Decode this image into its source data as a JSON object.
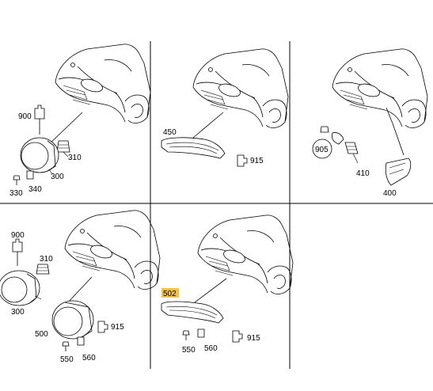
{
  "panels": [
    {
      "id": "p1",
      "labels": [
        "900",
        "310",
        "300",
        "330",
        "340"
      ]
    },
    {
      "id": "p2",
      "labels": [
        "450",
        "915"
      ]
    },
    {
      "id": "p3",
      "labels": [
        "905",
        "410",
        "400"
      ]
    },
    {
      "id": "p4",
      "labels": [
        "900",
        "310",
        "300",
        "500",
        "915",
        "550",
        "560"
      ]
    },
    {
      "id": "p5",
      "labels": [
        "502",
        "915",
        "550",
        "560"
      ],
      "highlighted": "502"
    },
    {
      "id": "p6",
      "labels": []
    }
  ],
  "highlight_color": "#f5c242"
}
